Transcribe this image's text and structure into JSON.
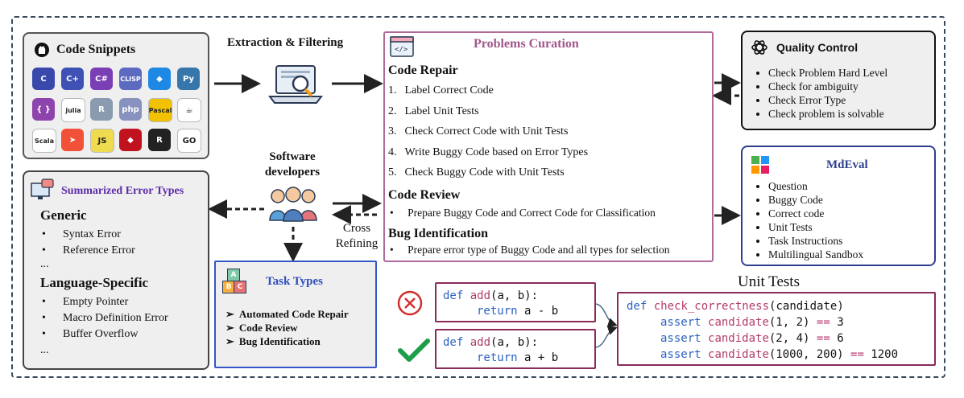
{
  "code_snippets": {
    "title": "Code Snippets",
    "languages": [
      {
        "icon": "c-icon",
        "label": "C",
        "color": "#3949ab"
      },
      {
        "icon": "cpp-icon",
        "label": "C+",
        "color": "#3f51b5"
      },
      {
        "icon": "csharp-icon",
        "label": "C#",
        "color": "#7b3fb5"
      },
      {
        "icon": "clisp-icon",
        "label": "CLISP",
        "color": "#5c6bc0"
      },
      {
        "icon": "dart-icon",
        "label": "◆",
        "color": "#1e88e5"
      },
      {
        "icon": "python-icon",
        "label": "Py",
        "color": "#3776ab"
      },
      {
        "icon": "json-icon",
        "label": "{ }",
        "color": "#8e44ad"
      },
      {
        "icon": "julia-icon",
        "label": "julia",
        "color": "#ffffff"
      },
      {
        "icon": "r-icon",
        "label": "R",
        "color": "#8a9bb0"
      },
      {
        "icon": "php-icon",
        "label": "php",
        "color": "#8892bf"
      },
      {
        "icon": "pascal-icon",
        "label": "Pascal",
        "color": "#f2c200"
      },
      {
        "icon": "java-icon",
        "label": "☕",
        "color": "#ffffff"
      },
      {
        "icon": "scala-icon",
        "label": "Scala",
        "color": "#ffffff"
      },
      {
        "icon": "swift-icon",
        "label": "➤",
        "color": "#f05138"
      },
      {
        "icon": "js-icon",
        "label": "JS",
        "color": "#f0db4f"
      },
      {
        "icon": "ruby-icon",
        "label": "◆",
        "color": "#c1121f"
      },
      {
        "icon": "rust-icon",
        "label": "R",
        "color": "#222222"
      },
      {
        "icon": "go-icon",
        "label": "GO",
        "color": "#ffffff"
      }
    ]
  },
  "extraction_label": "Extraction & Filtering",
  "problems_curation": {
    "title": "Problems Curation",
    "code_repair": {
      "heading": "Code Repair",
      "items": [
        "Label Correct Code",
        "Label Unit Tests",
        "Check Correct Code with Unit Tests",
        "Write Buggy Code based on Error Types",
        "Check Buggy Code with  Unit Tests"
      ]
    },
    "code_review": {
      "heading": "Code  Review",
      "items": [
        "Prepare Buggy Code and Correct Code for Classification"
      ]
    },
    "bug_identification": {
      "heading": "Bug Identification",
      "items": [
        "Prepare error type of Buggy Code and all types for selection"
      ]
    }
  },
  "quality_control": {
    "title": "Quality Control",
    "items": [
      "Check Problem Hard Level",
      "Check for ambiguity",
      "Check Error Type",
      "Check problem is solvable"
    ]
  },
  "mdeval": {
    "title": "MdEval",
    "items": [
      "Question",
      "Buggy Code",
      "Correct code",
      "Unit Tests",
      "Task Instructions",
      "Multilingual Sandbox"
    ]
  },
  "developers": {
    "label_line1": "Software",
    "label_line2": "developers"
  },
  "cross_refining": {
    "line1": "Cross",
    "line2": "Refining"
  },
  "error_types": {
    "title": "Summarized Error Types",
    "generic_heading": "Generic",
    "generic_items": [
      "Syntax Error",
      "Reference Error"
    ],
    "ellipsis1": "...",
    "specific_heading": "Language-Specific",
    "specific_items": [
      "Empty Pointer",
      "Macro Definition Error",
      "Buffer Overflow"
    ],
    "ellipsis2": "..."
  },
  "task_types": {
    "title": "Task Types",
    "items": [
      "Automated Code Repair",
      "Code Review",
      "Bug Identification"
    ],
    "badge_letters": [
      "A",
      "B",
      "C"
    ]
  },
  "buggy_code": {
    "line1_kw": "def",
    "line1_fn": "add",
    "line1_rest": "(a, b):",
    "line2_kw": "return",
    "line2_rest": "a - b"
  },
  "correct_code": {
    "line1_kw": "def",
    "line1_fn": "add",
    "line1_rest": "(a, b):",
    "line2_kw": "return",
    "line2_rest": "a + b"
  },
  "unit_tests": {
    "title": "Unit Tests",
    "def_kw": "def",
    "def_fn": "check_correctness",
    "def_arg": "(candidate)",
    "asserts": [
      {
        "kw": "assert",
        "fn": "candidate",
        "args": "(1, 2)",
        "op": "==",
        "val": "3"
      },
      {
        "kw": "assert",
        "fn": "candidate",
        "args": "(2, 4)",
        "op": "==",
        "val": "6"
      },
      {
        "kw": "assert",
        "fn": "candidate",
        "args": "(1000, 200)",
        "op": "==",
        "val": "1200"
      }
    ]
  },
  "colors": {
    "problems_border": "#b06a9a",
    "problems_title": "#a0588a",
    "mdeval_border": "#2e3f8f",
    "task_border": "#3557c7",
    "error_title": "#5b2aa8",
    "code_border": "#8a2a5a",
    "wrong": "#d32f2f",
    "right": "#1e9e4a"
  }
}
